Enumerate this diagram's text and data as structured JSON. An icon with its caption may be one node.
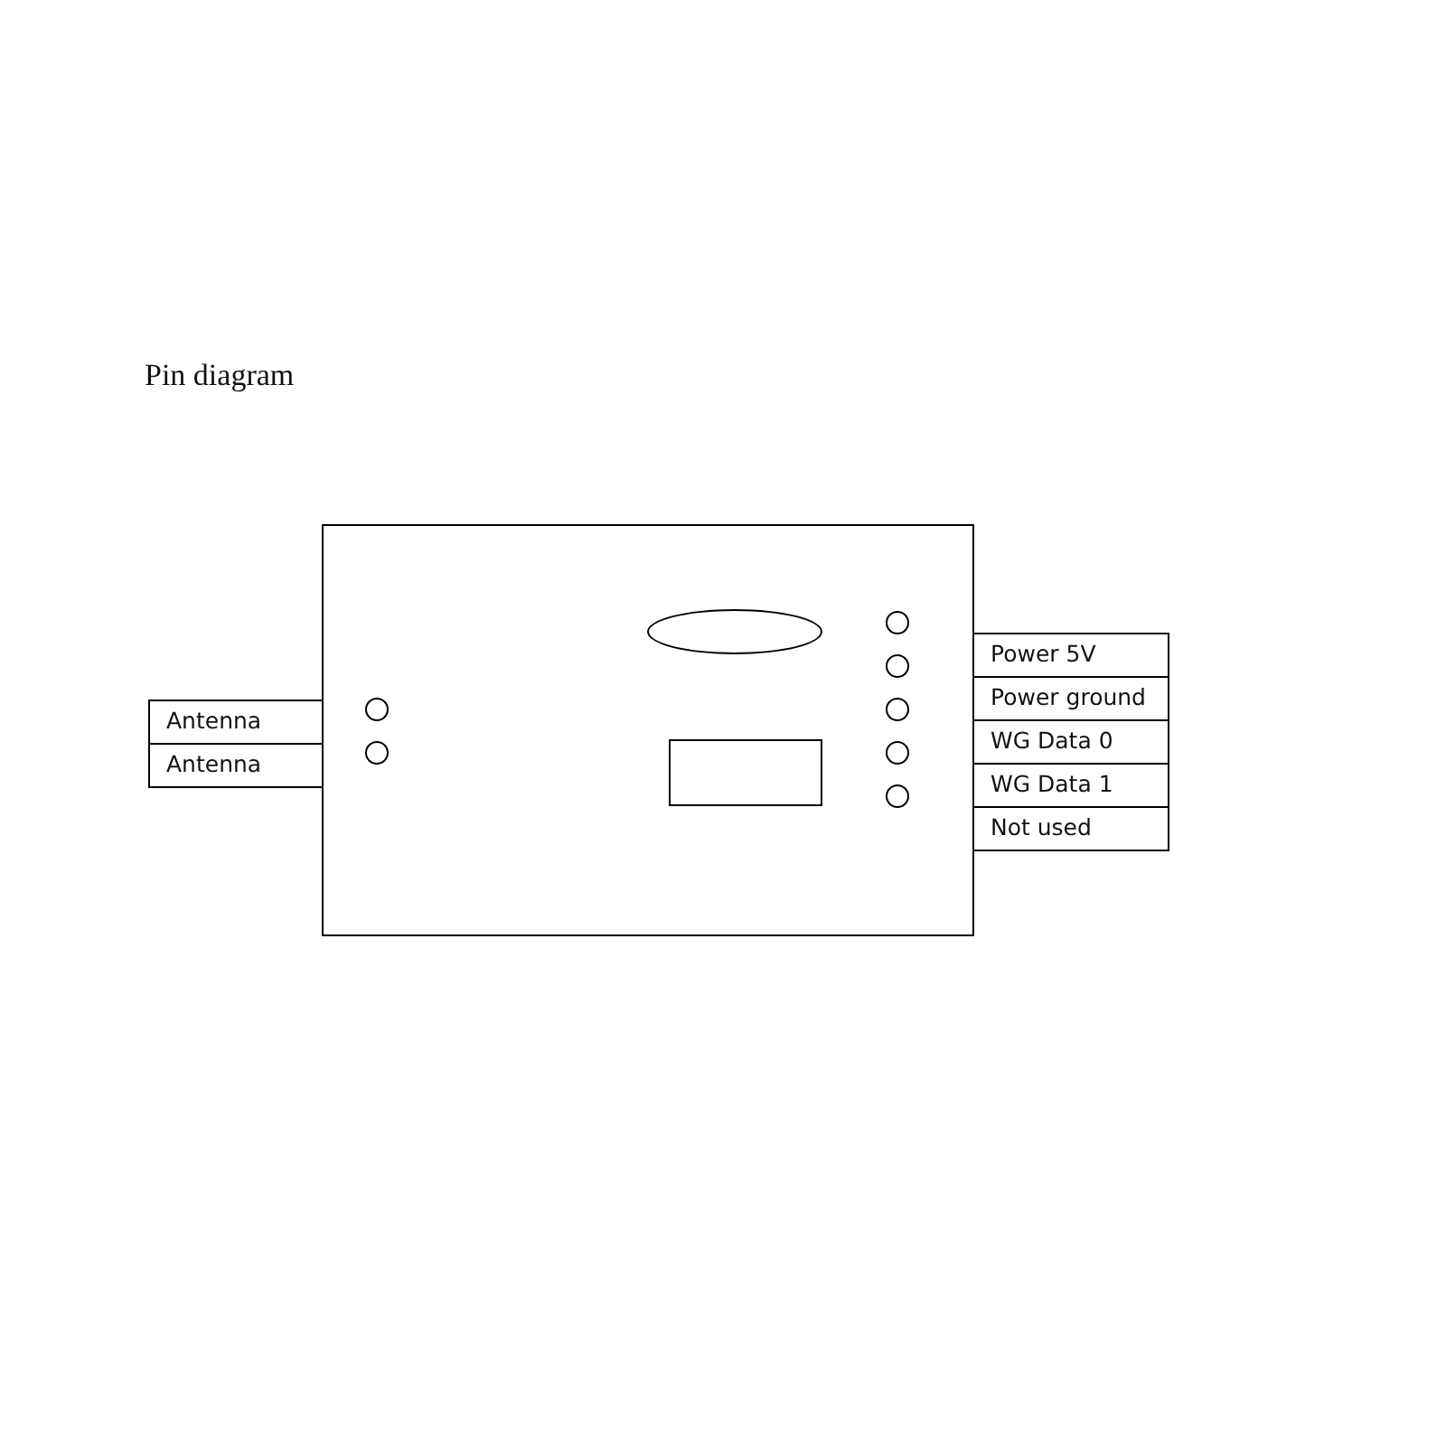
{
  "diagram": {
    "title": "Pin diagram",
    "nodes": [
      {
        "text": [],
        "shape": "box"
      },
      {
        "text": [],
        "shape": "ellipse",
        "in": 0
      },
      {
        "text": [],
        "shape": "box",
        "in": 0
      },
      {
        "text": [],
        "shape": "circle",
        "in": 0
      },
      {
        "text": [],
        "shape": "circle",
        "in": 0
      },
      {
        "text": [],
        "shape": "circle",
        "in": 0
      },
      {
        "text": [],
        "shape": "circle",
        "in": 0
      },
      {
        "text": [],
        "shape": "circle",
        "in": 0
      },
      {
        "text": [],
        "shape": "circle",
        "in": 0
      },
      {
        "text": [],
        "shape": "circle",
        "in": 0
      },
      {
        "text": [
          "Antenna"
        ]
      },
      {
        "text": [
          "Antenna"
        ]
      },
      {
        "text": [
          "Power 5V"
        ]
      },
      {
        "text": [
          "Power ground"
        ]
      },
      {
        "text": [
          "WG Data 0"
        ]
      },
      {
        "text": [
          "WG Data 1"
        ]
      },
      {
        "text": [
          "Not used"
        ]
      }
    ]
  }
}
